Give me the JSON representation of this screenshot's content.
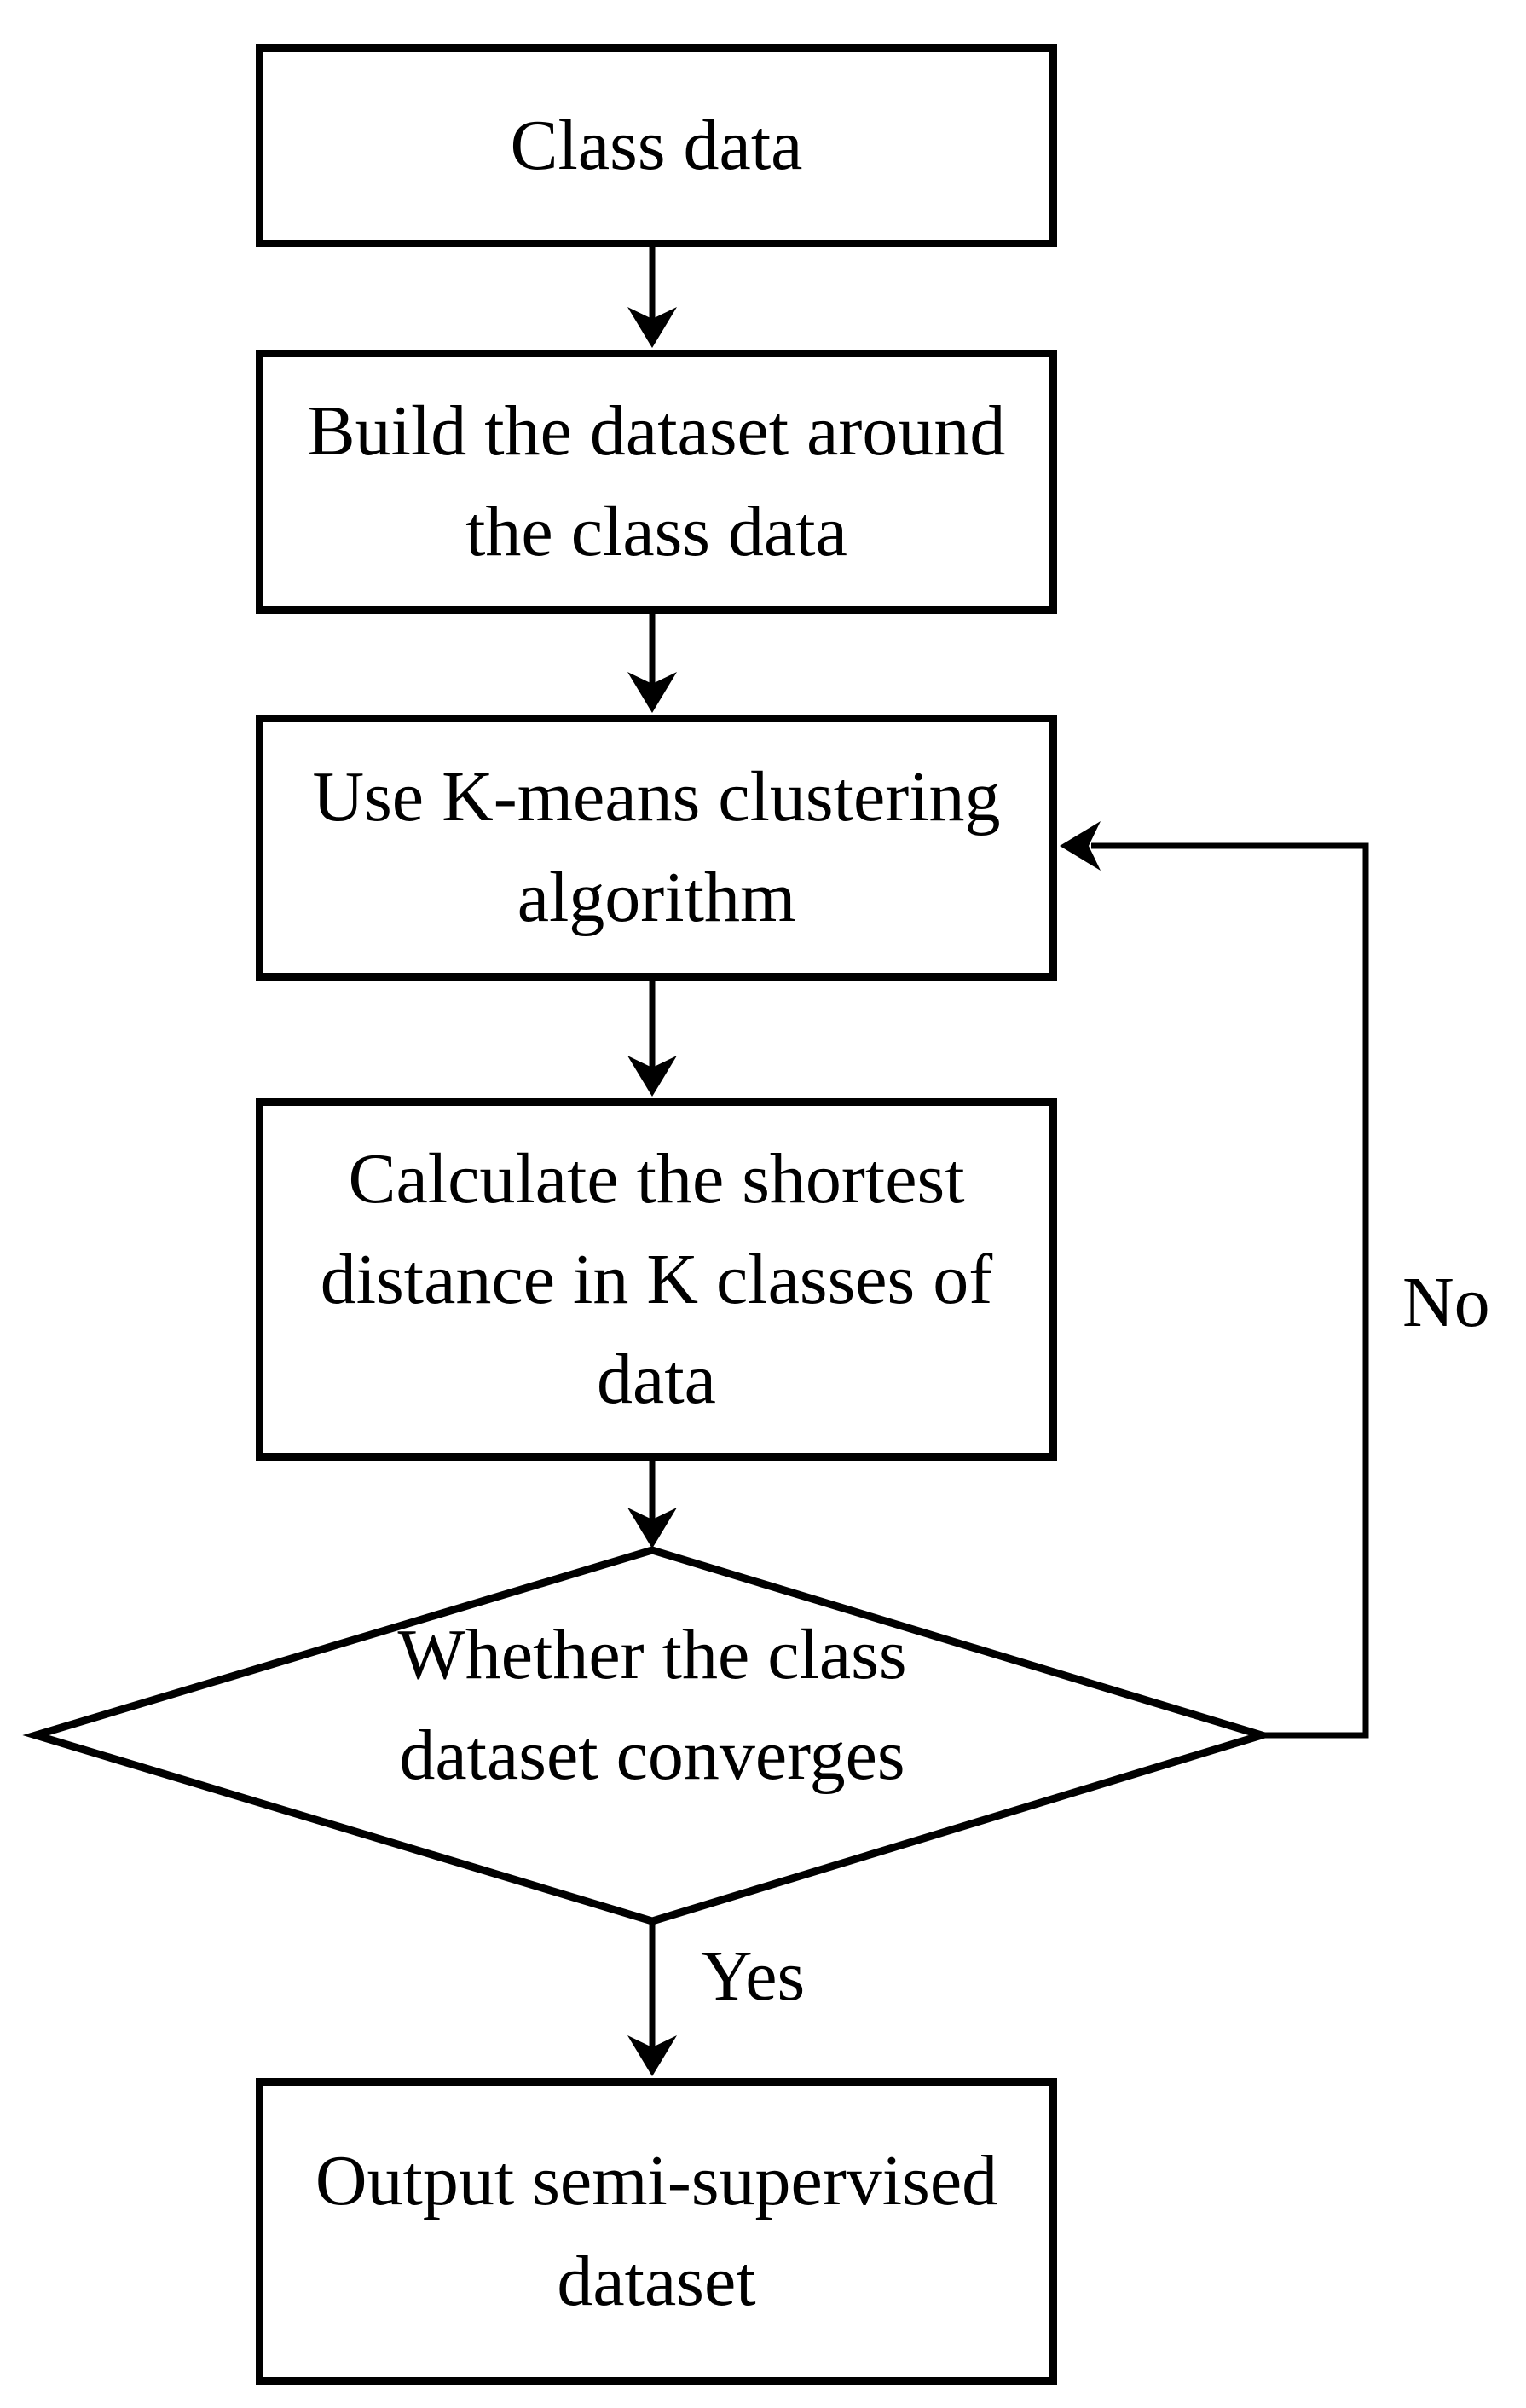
{
  "diagram": {
    "type": "flowchart",
    "background": "#ffffff",
    "stroke_color": "#000000",
    "nodes": {
      "class_data": {
        "label": "Class data",
        "shape": "rectangle"
      },
      "build_dataset": {
        "label": "Build the dataset around the class data",
        "shape": "rectangle"
      },
      "kmeans": {
        "label": "Use K-means clustering algorithm",
        "shape": "rectangle"
      },
      "shortest_distance": {
        "label": "Calculate the shortest distance in K classes of data",
        "shape": "rectangle"
      },
      "converges": {
        "label": "Whether the class dataset converges",
        "shape": "diamond"
      },
      "output": {
        "label": "Output semi-supervised dataset",
        "shape": "rectangle"
      }
    },
    "edge_labels": {
      "yes": "Yes",
      "no": "No"
    }
  }
}
